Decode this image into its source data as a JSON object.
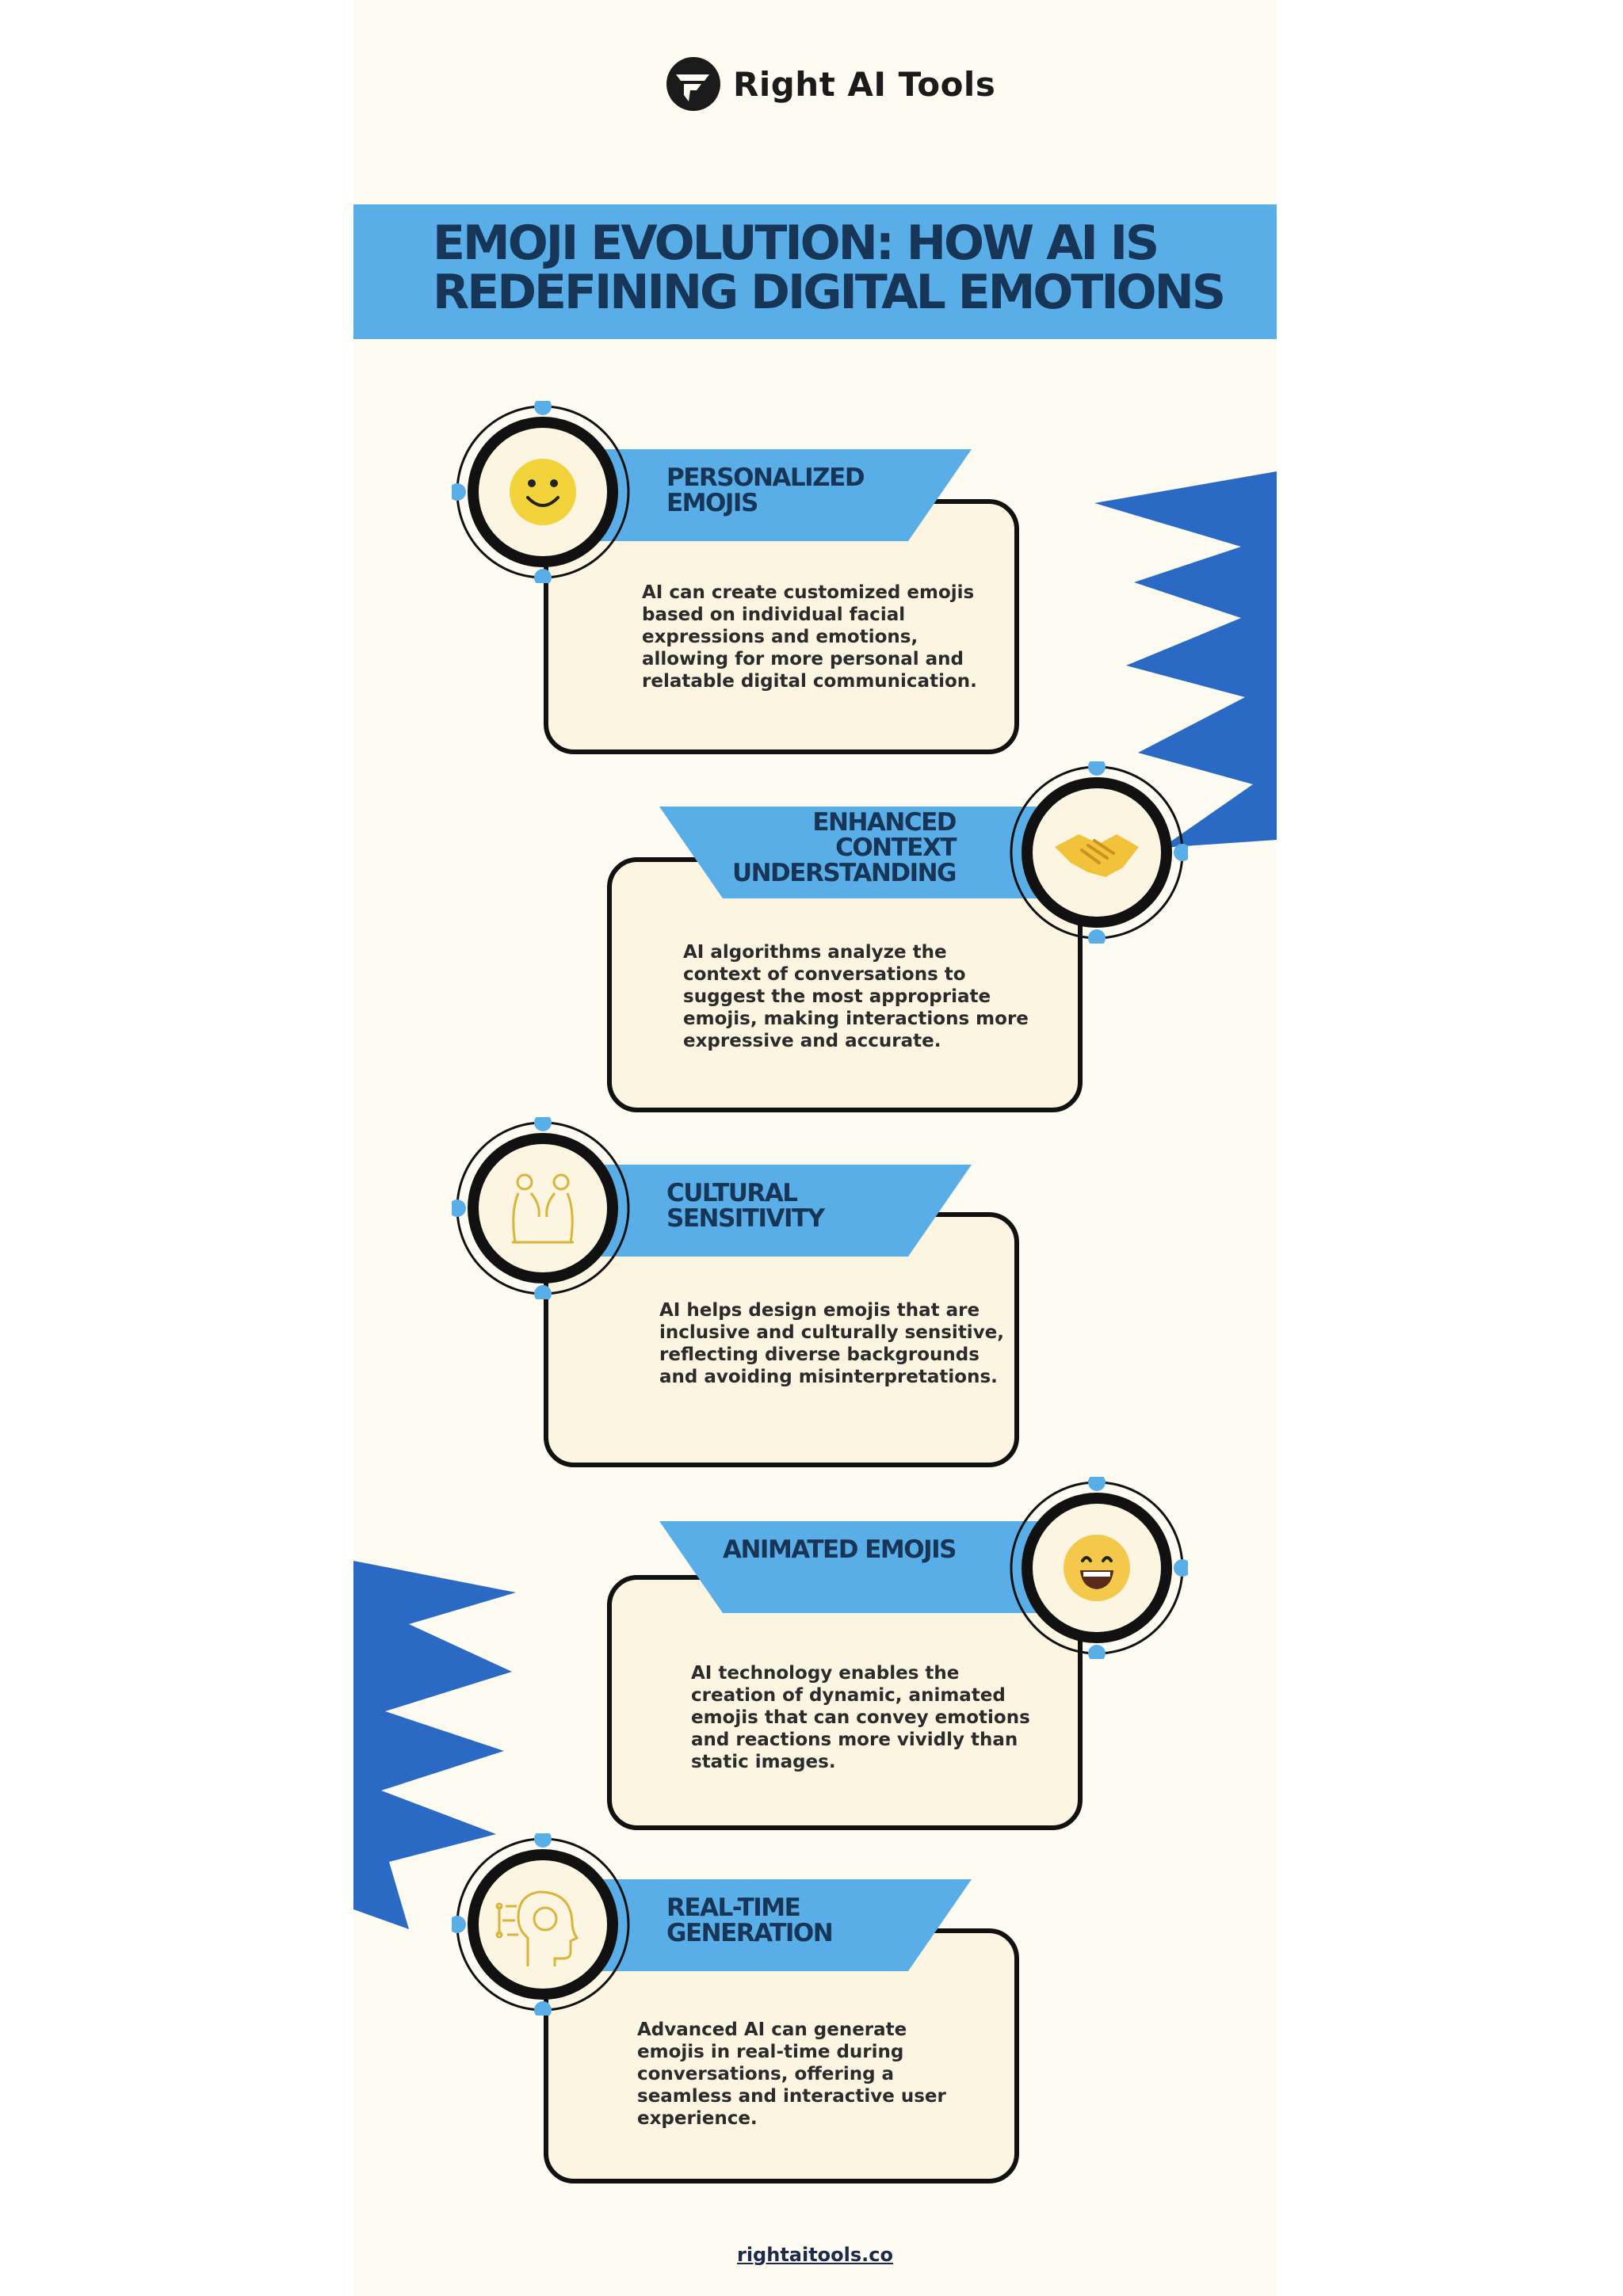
{
  "brand": {
    "name": "Right AI Tools",
    "footer_link": "rightaitools.co"
  },
  "title": "EMOJI EVOLUTION: HOW AI IS REDEFINING DIGITAL EMOTIONS",
  "colors": {
    "accent_blue": "#5aaee8",
    "deco_blue": "#2a6ac4",
    "title_text": "#173556",
    "card_fill": "#fbf5e1",
    "page_bg": "#fdfbf2"
  },
  "sections": [
    {
      "title": "PERSONALIZED\nEMOJIS",
      "icon": "smiley-face-icon",
      "text": "AI can create customized emojis\nbased on individual facial\nexpressions and emotions,\nallowing for more personal and\nrelatable digital communication."
    },
    {
      "title": "ENHANCED\nCONTEXT\nUNDERSTANDING",
      "icon": "handshake-icon",
      "text": "AI algorithms analyze the\ncontext of conversations to\nsuggest the most appropriate\nemojis, making interactions more\nexpressive and accurate."
    },
    {
      "title": "CULTURAL\nSENSITIVITY",
      "icon": "people-bowing-icon",
      "text": "AI helps design emojis that are\ninclusive and culturally sensitive,\nreflecting diverse backgrounds\nand avoiding misinterpretations."
    },
    {
      "title": "ANIMATED EMOJIS",
      "icon": "grinning-face-icon",
      "text": "AI technology enables the\ncreation of dynamic, animated\nemojis that can convey emotions\nand reactions more vividly than\nstatic images."
    },
    {
      "title": "REAL-TIME\nGENERATION",
      "icon": "ai-brain-head-icon",
      "text": "Advanced AI can generate\nemojis in real-time during\nconversations, offering a\nseamless and interactive user\nexperience."
    }
  ]
}
